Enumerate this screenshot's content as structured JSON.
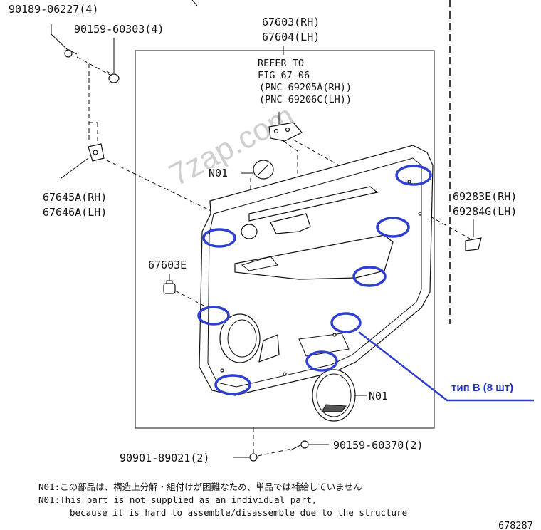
{
  "parts": {
    "p90189": "90189-06227(4)",
    "p90159_60303": "90159-60303(4)",
    "p67603": "67603(RH)",
    "p67604": "67604(LH)",
    "p67645a": "67645A(RH)",
    "p67646a": "67646A(LH)",
    "p69283e": "69283E(RH)",
    "p69284g": "69284G(LH)",
    "p67603e": "67603E",
    "n01_top": "N01",
    "n01_bottom": "N01",
    "p90901": "90901-89021(2)",
    "p90159_60370": "90159-60370(2)"
  },
  "refer": {
    "line1": "REFER TO",
    "line2": "FIG 67-06",
    "line3": "(PNC 69205A(RH))",
    "line4": "(PNC 69206C(LH))"
  },
  "annotation": {
    "label": "тип В (8 шт)",
    "color": "#2f3fd0"
  },
  "watermark": "7zap.com",
  "notes": {
    "line1": "N01:この部品は、構造上分解・組付けが困難なため、単品では補給していません",
    "line2": "N01:This part is not supplied as an individual part,",
    "line3": "because it is hard to assemble/disassemble due to the structure"
  },
  "figure_number": "678287"
}
